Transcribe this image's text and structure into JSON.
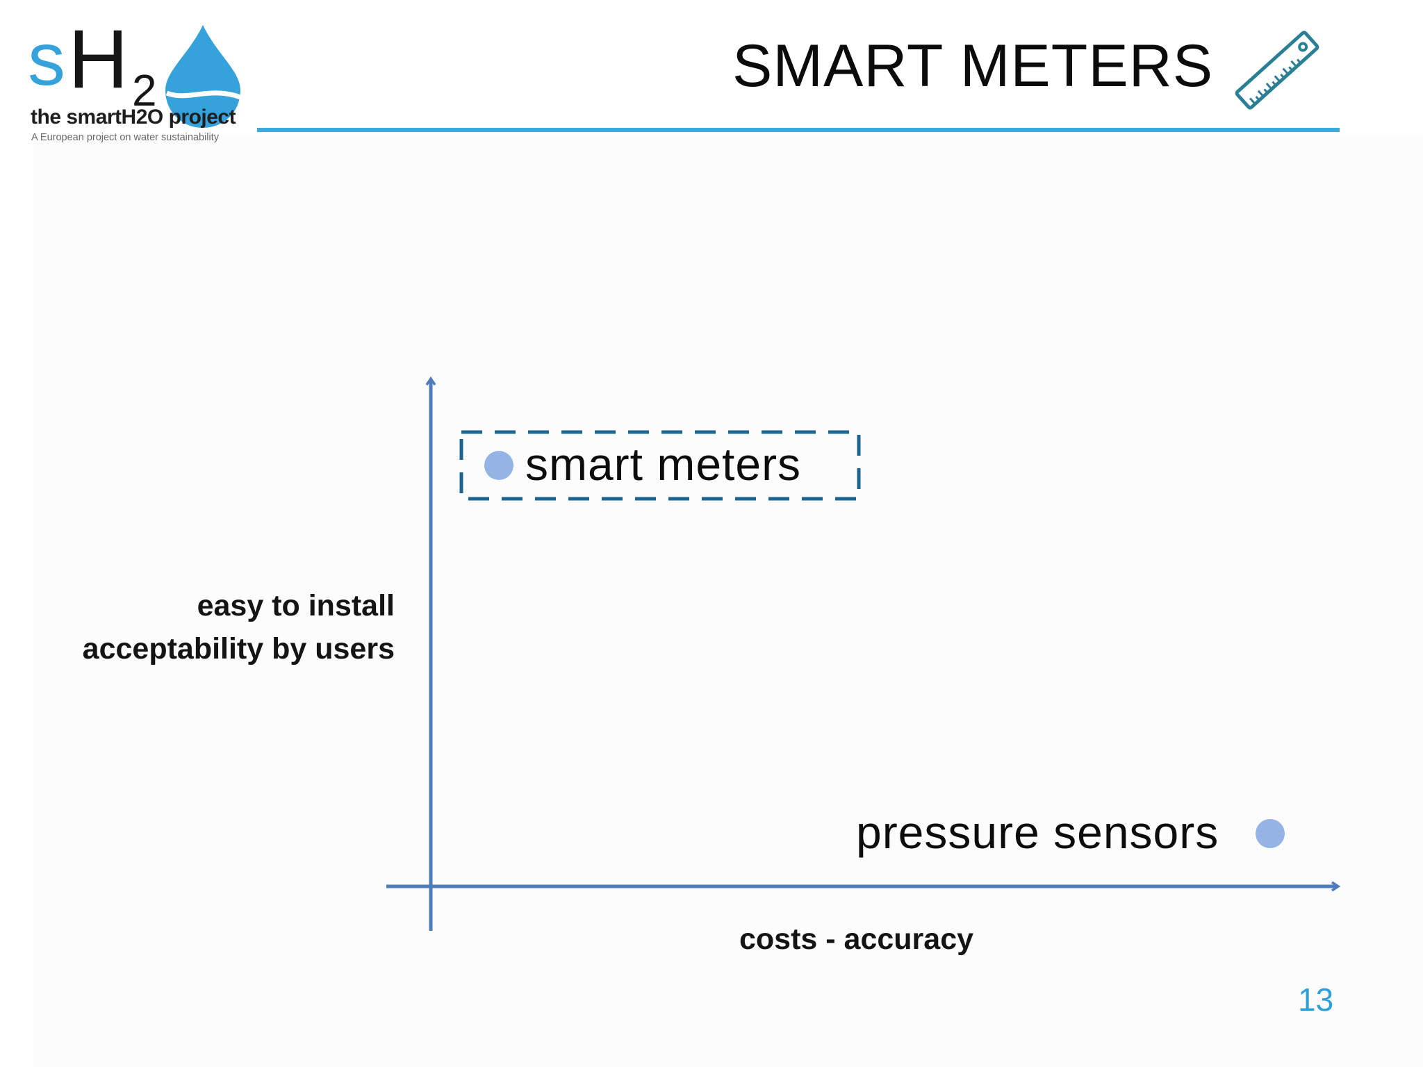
{
  "header": {
    "logo": {
      "wordmark": "sH2",
      "tagline": "the smartH2O project",
      "subtagline": "A European project on water sustainability"
    },
    "title": "SMART METERS",
    "title_icon": "ruler-icon"
  },
  "diagram": {
    "y_axis_label_lines": [
      "easy to install",
      "acceptability by users"
    ],
    "x_axis_label": "costs - accuracy",
    "points": [
      {
        "label": "smart meters",
        "highlighted": true
      },
      {
        "label": "pressure sensors",
        "highlighted": false
      }
    ]
  },
  "colors": {
    "accent_blue": "#41a8de",
    "axis_blue": "#4f7dbb",
    "highlight_box": "#1d6591",
    "point": "#93b4e4",
    "page_number": "#2e9fd6"
  },
  "footer": {
    "page_number": "13"
  }
}
